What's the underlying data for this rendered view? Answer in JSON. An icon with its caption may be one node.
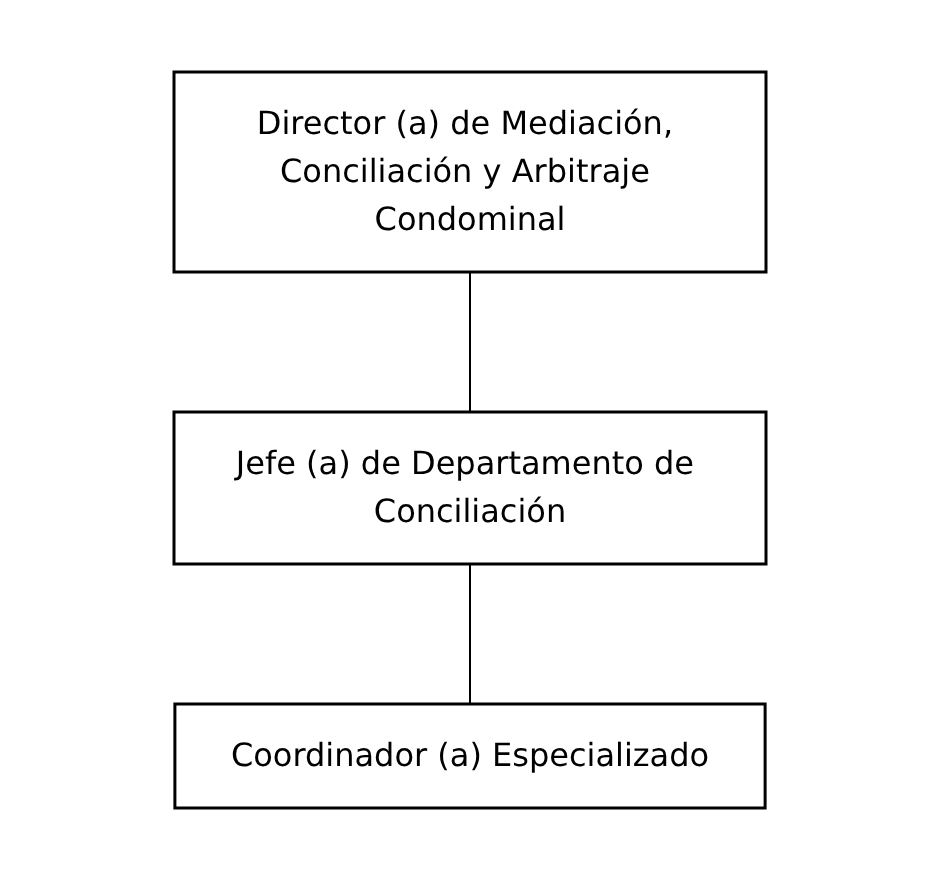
{
  "diagram": {
    "nodes": [
      {
        "text": [
          "Director (a) de Mediación, Conciliación y Arbitraje Condominal"
        ]
      },
      {
        "text": [
          "Jefe (a) de Departamento de Conciliación"
        ]
      },
      {
        "text": [
          "Coordinador (a) Especializado"
        ]
      }
    ],
    "edges": [
      {
        "from": 0,
        "to": 1,
        "arrow": "none"
      },
      {
        "from": 1,
        "to": 2,
        "arrow": "none"
      }
    ]
  }
}
